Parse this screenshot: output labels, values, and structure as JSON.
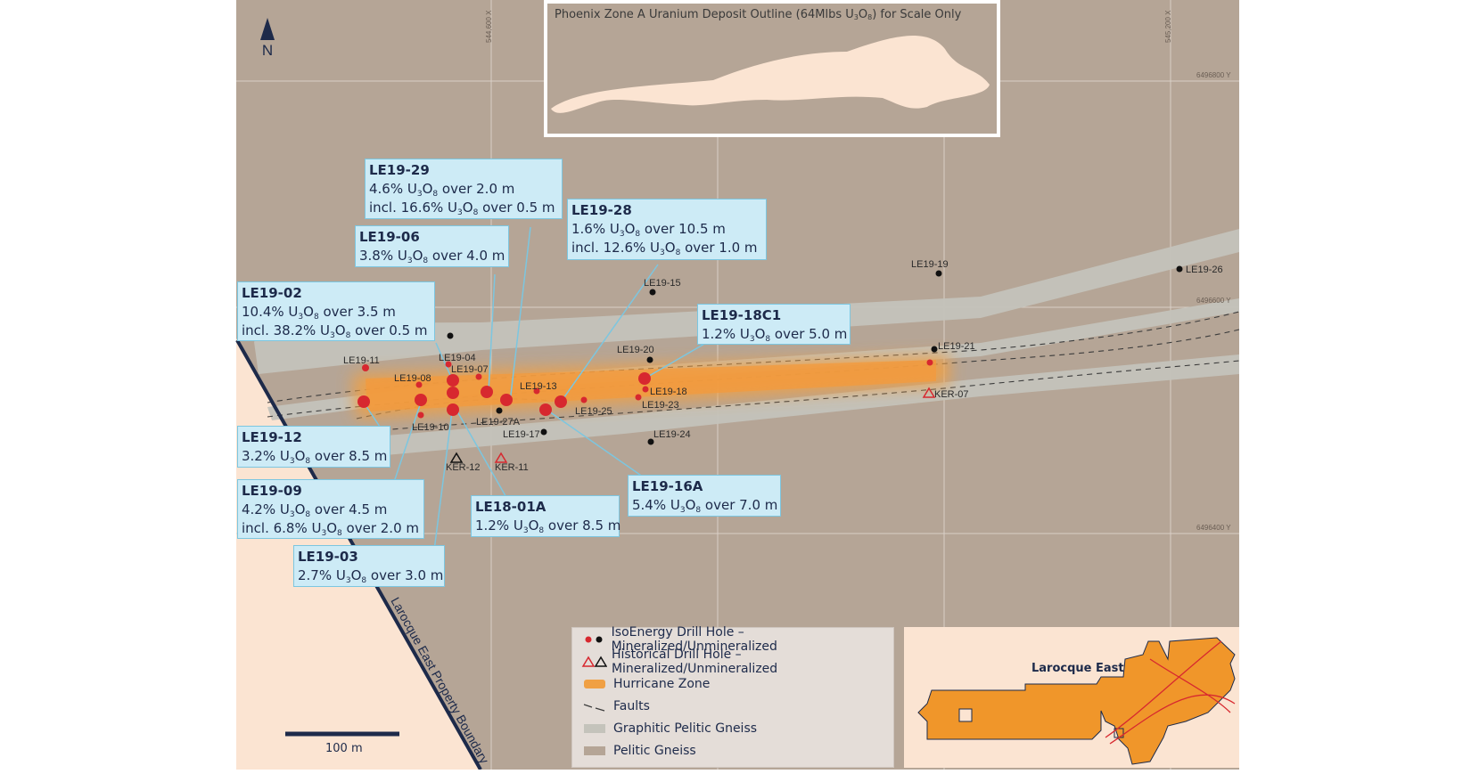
{
  "north_label": "N",
  "scale_box_title": "Phoenix Zone A Uranium Deposit Outline (64Mlbs U3O8) for Scale Only",
  "scale_box_title_parts": {
    "a": "Phoenix Zone A Uranium Deposit Outline (64Mlbs U",
    "b": "3",
    "c": "O",
    "d": "8",
    "e": ") for Scale Only"
  },
  "grid_labels": {
    "x1": "544,600 X",
    "x2": "545,200 X",
    "y1": "6496800 Y",
    "y2": "6496600 Y",
    "y3": "6496400 Y"
  },
  "boundary_label": "Larocque East Property Boundary",
  "scale_bar_label": "100 m",
  "drill_holes": [
    {
      "label": "LE19-11",
      "status": "mineralized"
    },
    {
      "label": "LE19-08",
      "status": "mineralized"
    },
    {
      "label": "LE19-04",
      "status": "mineralized"
    },
    {
      "label": "LE19-07",
      "status": "mineralized"
    },
    {
      "label": "LE19-10",
      "status": "mineralized"
    },
    {
      "label": "LE19-13",
      "status": "mineralized"
    },
    {
      "label": "LE19-27A",
      "status": "unmineralized"
    },
    {
      "label": "LE19-25",
      "status": "mineralized"
    },
    {
      "label": "LE19-17",
      "status": "unmineralized"
    },
    {
      "label": "LE19-15",
      "status": "unmineralized"
    },
    {
      "label": "LE19-20",
      "status": "unmineralized"
    },
    {
      "label": "LE19-18",
      "status": "mineralized"
    },
    {
      "label": "LE19-23",
      "status": "mineralized"
    },
    {
      "label": "LE19-24",
      "status": "unmineralized"
    },
    {
      "label": "LE19-19",
      "status": "unmineralized"
    },
    {
      "label": "LE19-26",
      "status": "unmineralized"
    },
    {
      "label": "LE19-21",
      "status": "unmineralized"
    }
  ],
  "historical_holes": [
    {
      "label": "KER-12",
      "status": "unmineralized"
    },
    {
      "label": "KER-11",
      "status": "mineralized"
    },
    {
      "label": "KER-07",
      "status": "mineralized"
    }
  ],
  "callouts": [
    {
      "id": "LE19-29",
      "title": "LE19-29",
      "lines": [
        [
          "4.6% U",
          "3",
          "O",
          "8",
          " over 2.0 m"
        ],
        [
          "incl. 16.6% U",
          "3",
          "O",
          "8",
          " over 0.5 m"
        ]
      ]
    },
    {
      "id": "LE19-06",
      "title": "LE19-06",
      "lines": [
        [
          "3.8% U",
          "3",
          "O",
          "8",
          " over 4.0 m"
        ]
      ]
    },
    {
      "id": "LE19-28",
      "title": "LE19-28",
      "lines": [
        [
          "1.6% U",
          "3",
          "O",
          "8",
          " over 10.5 m"
        ],
        [
          "incl. 12.6% U",
          "3",
          "O",
          "8",
          " over 1.0 m"
        ]
      ]
    },
    {
      "id": "LE19-02",
      "title": "LE19-02",
      "lines": [
        [
          "10.4% U",
          "3",
          "O",
          "8",
          " over 3.5 m"
        ],
        [
          "incl. 38.2%  U",
          "3",
          "O",
          "8",
          " over 0.5 m"
        ]
      ]
    },
    {
      "id": "LE19-18C1",
      "title": "LE19-18C1",
      "lines": [
        [
          "1.2% U",
          "3",
          "O",
          "8",
          " over 5.0 m"
        ]
      ]
    },
    {
      "id": "LE19-12",
      "title": "LE19-12",
      "lines": [
        [
          "3.2% U",
          "3",
          "O",
          "8",
          " over 8.5 m"
        ]
      ]
    },
    {
      "id": "LE19-09",
      "title": "LE19-09",
      "lines": [
        [
          "4.2% U",
          "3",
          "O",
          "8",
          " over 4.5 m"
        ],
        [
          "incl. 6.8% U",
          "3",
          "O",
          "8",
          " over 2.0 m"
        ]
      ]
    },
    {
      "id": "LE18-01A",
      "title": "LE18-01A",
      "lines": [
        [
          "1.2% U",
          "3",
          "O",
          "8",
          " over 8.5 m"
        ]
      ]
    },
    {
      "id": "LE19-16A",
      "title": "LE19-16A",
      "lines": [
        [
          "5.4% U",
          "3",
          "O",
          "8",
          " over 7.0 m"
        ]
      ]
    },
    {
      "id": "LE19-03",
      "title": "LE19-03",
      "lines": [
        [
          "2.7% U",
          "3",
          "O",
          "8",
          " over 3.0 m"
        ]
      ]
    }
  ],
  "legend": {
    "items": [
      {
        "label": "IsoEnergy Drill Hole – Mineralized/Unmineralized",
        "icon": "dot-pair-icon"
      },
      {
        "label": "Historical Drill Hole – Mineralized/Unmineralized",
        "icon": "triangle-pair-icon"
      },
      {
        "label": "Hurricane Zone",
        "icon": "orange-zone-icon"
      },
      {
        "label": "Faults",
        "icon": "dashed-line-icon"
      },
      {
        "label": "Graphitic Pelitic Gneiss",
        "icon": "grey-swatch-icon"
      },
      {
        "label": "Pelitic Gneiss",
        "icon": "brown-swatch-icon"
      }
    ]
  },
  "inset_title": "Larocque East",
  "colors": {
    "pelitic_gneiss": "#b5a596",
    "graphitic_gneiss": "#c4c3bb",
    "hurricane_zone": "#f0a044",
    "outside_property": "#fbe4d2",
    "callout_fill": "#cdebf6",
    "callout_border": "#7cc6e0",
    "mineralized": "#d7282f",
    "unmineralized": "#111111",
    "navy": "#1d2a4a",
    "property_orange": "#f0962a"
  }
}
